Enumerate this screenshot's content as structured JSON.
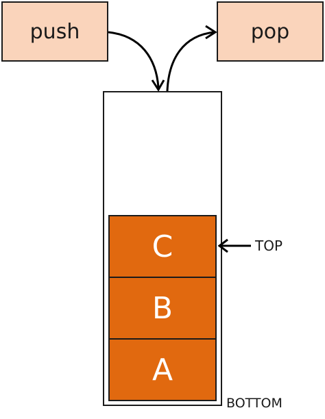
{
  "operations": {
    "push_label": "push",
    "pop_label": "pop"
  },
  "stack": {
    "items_top_to_bottom": [
      "C",
      "B",
      "A"
    ],
    "top_label": "TOP",
    "bottom_label": "BOTTOM"
  },
  "colors": {
    "operation_fill": "#fad4bb",
    "item_fill": "#e1690f",
    "item_text": "#ffffff",
    "outline": "#1a1a1a"
  }
}
